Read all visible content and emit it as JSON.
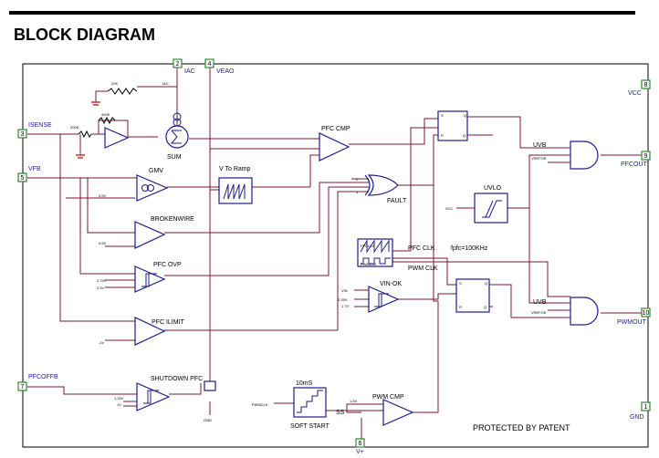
{
  "heading": "BLOCK DIAGRAM",
  "pins": {
    "p2": "2",
    "iac": "IAC",
    "p4": "4",
    "veao": "VEAO",
    "p8": "8",
    "vcc": "VCC",
    "p3": "3",
    "isense": "ISENSE",
    "p5": "5",
    "vfb": "VFB",
    "p9": "9",
    "pfcout": "PFCOUT",
    "p7": "7",
    "pfcoffb": "PFCOFFB",
    "p10": "10",
    "pwmout": "PWMOUT",
    "p1": "1",
    "gnd": "GND",
    "p6": "6",
    "vplus": "V+"
  },
  "blocks": {
    "sum": "SUM",
    "pfc_cmp": "PFC CMP",
    "v_to_ramp": "V To Ramp",
    "gmv": "GMV",
    "brokenwire": "BROKENWIRE",
    "pfc_ovp": "PFC OVP",
    "pfc_ilimit": "PFC ILIMIT",
    "shutdown_pfc": "SHUTDOWN PFC",
    "fault": "FAULT",
    "uvlo": "UVLO",
    "uvb1": "UVB",
    "uvb2": "UVB",
    "pfc_clk": "PFC CLK",
    "fpfc": "fpfc=100KHz",
    "pwm_clk": "PWM CLK",
    "vin_ok": "VIN-OK",
    "soft_start_time": "10mS",
    "soft_start": "SOFT START",
    "ss": "SS",
    "pwm_cmp": "PWM CMP",
    "patent": "PROTECTED BY PATENT"
  },
  "small": {
    "r20k": "20K",
    "iac_small": "IAC",
    "r400k": "400K",
    "r200k": "200K",
    "v25_gmv": "2.5V",
    "v05": "0.5V",
    "v275": "2.75V",
    "v25_ovp": "2.5V",
    "v1": "-1V",
    "vin": "VIN",
    "v225": "2.25V",
    "v17": "1.7V",
    "v125": "1.25V",
    "v1sd": "1V",
    "gnd_small": "GND",
    "pwmclk": "PWMCLK",
    "v15": "1.5V",
    "vcc_small": "VCC",
    "vrefok1": "VREFOK",
    "vrefok2": "VREFOK",
    "s": "S",
    "r": "R",
    "q": "Q",
    "qb": "Q",
    "pfcclk_small": "PFCCLK",
    "pwmclk_small": "PWMCLK",
    "r0": "0",
    "r1": "1"
  },
  "colors": {
    "wire": "#7a1530",
    "block": "#1d1d8a",
    "pin_box": "#2f8a2f",
    "text": "#000000"
  }
}
